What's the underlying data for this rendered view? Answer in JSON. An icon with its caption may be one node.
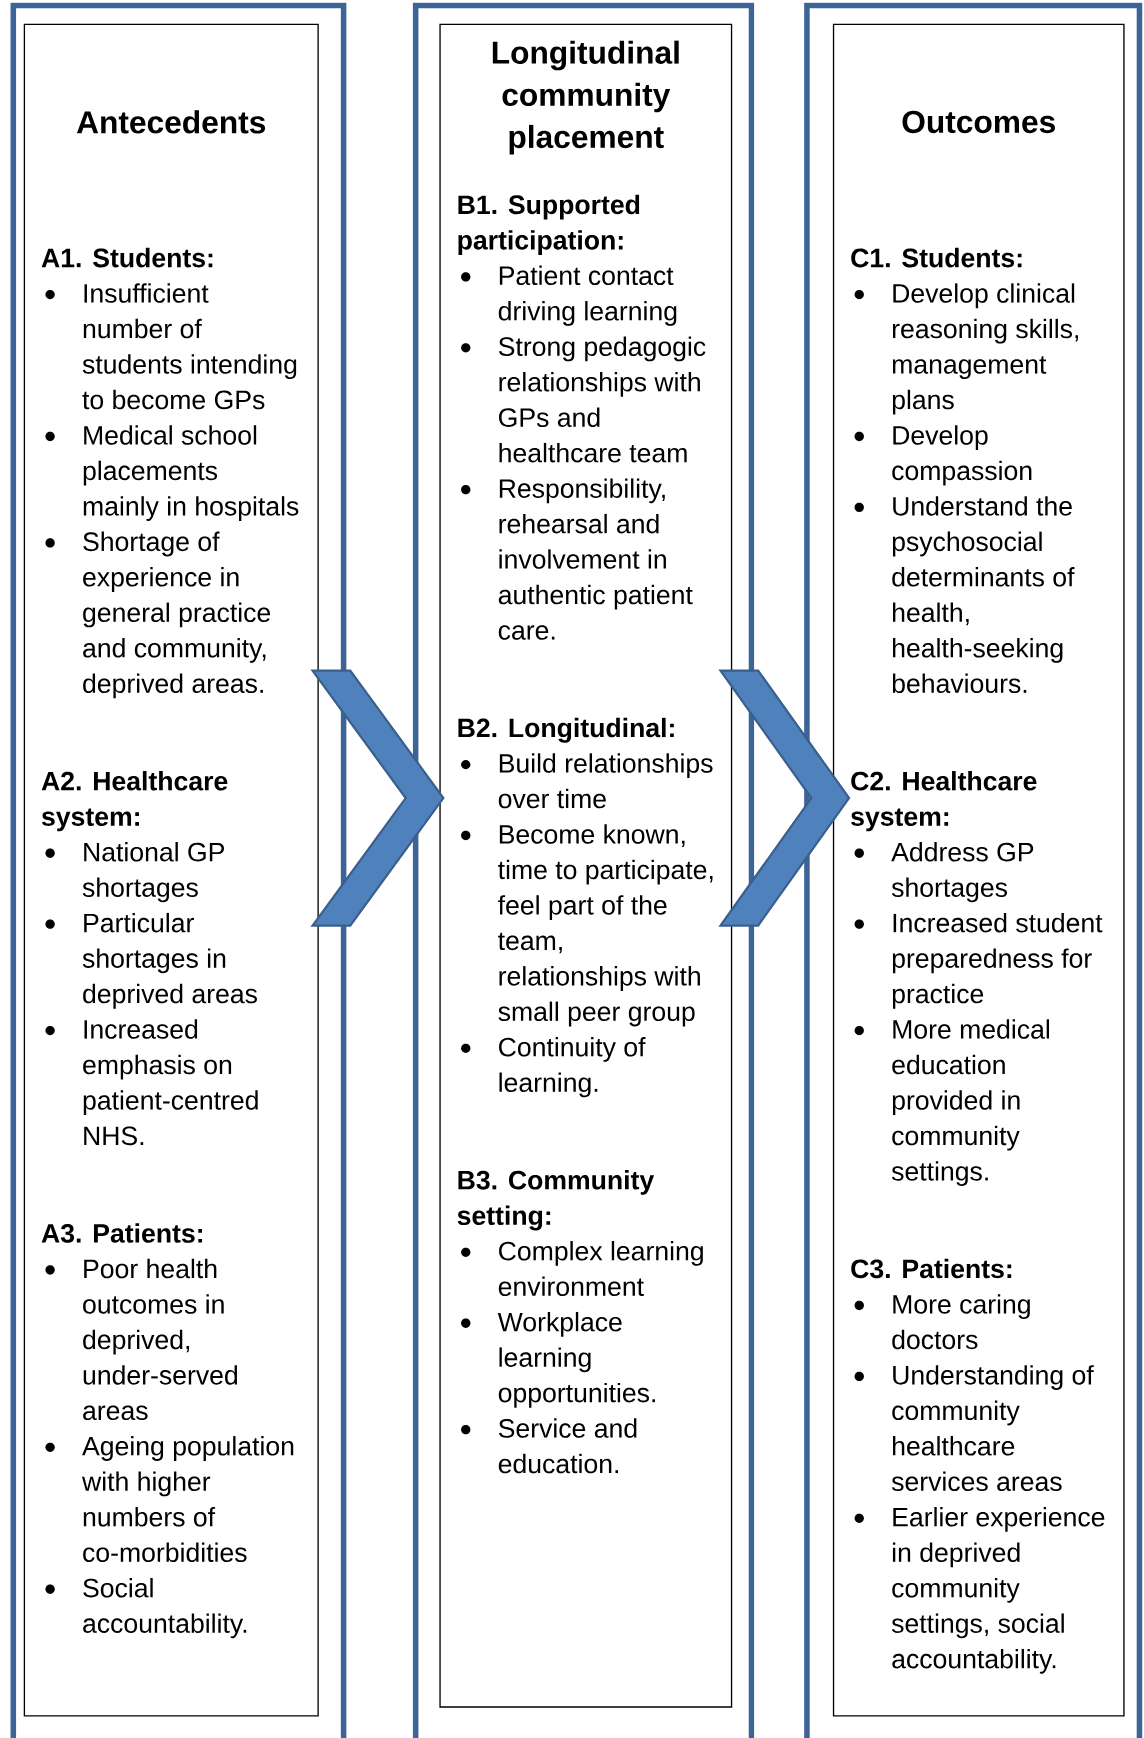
{
  "diagram": {
    "nodes": [
      {
        "text": [
          "Antecedents",
          "A1. Students:",
          "Insufficient number of students intending to become GPs",
          "Medical school placements mainly in hospitals",
          "Shortage of experience in general practice and community, deprived areas.",
          "A2. Healthcare system:",
          "National GP shortages",
          "Particular shortages in deprived areas",
          "Increased emphasis on patient-centred NHS.",
          "A3. Patients:",
          "Poor health outcomes in deprived, under-served areas",
          "Ageing population with higher numbers of co-morbidities",
          "Social accountability."
        ]
      },
      {
        "text": [
          "Longitudinal community placement",
          "B1. Supported participation:",
          "Patient contact driving learning",
          "Strong pedagogic relationships with GPs and healthcare team",
          "Responsibility, rehearsal and involvement in authentic patient care.",
          "B2. Longitudinal:",
          "Build relationships over time",
          "Become known, time to participate, feel part of the team, relationships with small peer group",
          "Continuity of learning.",
          "B3. Community setting:",
          "Complex learning environment",
          "Workplace learning opportunities.",
          "Service and education."
        ]
      },
      {
        "text": [
          "Outcomes",
          "C1. Students:",
          "Develop clinical reasoning skills, management plans",
          "Develop compassion",
          "Understand the psychosocial determinants of health, health-seeking behaviours.",
          "C2. Healthcare system:",
          "Address GP shortages",
          "Increased student preparedness for practice",
          "More medical education provided in community settings.",
          "C3. Patients:",
          "More caring doctors",
          "Understanding of community healthcare services areas",
          "Earlier experience in deprived community settings, social accountability."
        ]
      }
    ],
    "edges": [
      {
        "from": 0,
        "to": 1,
        "arrow": "to"
      },
      {
        "from": 1,
        "to": 2,
        "arrow": "to"
      }
    ]
  }
}
